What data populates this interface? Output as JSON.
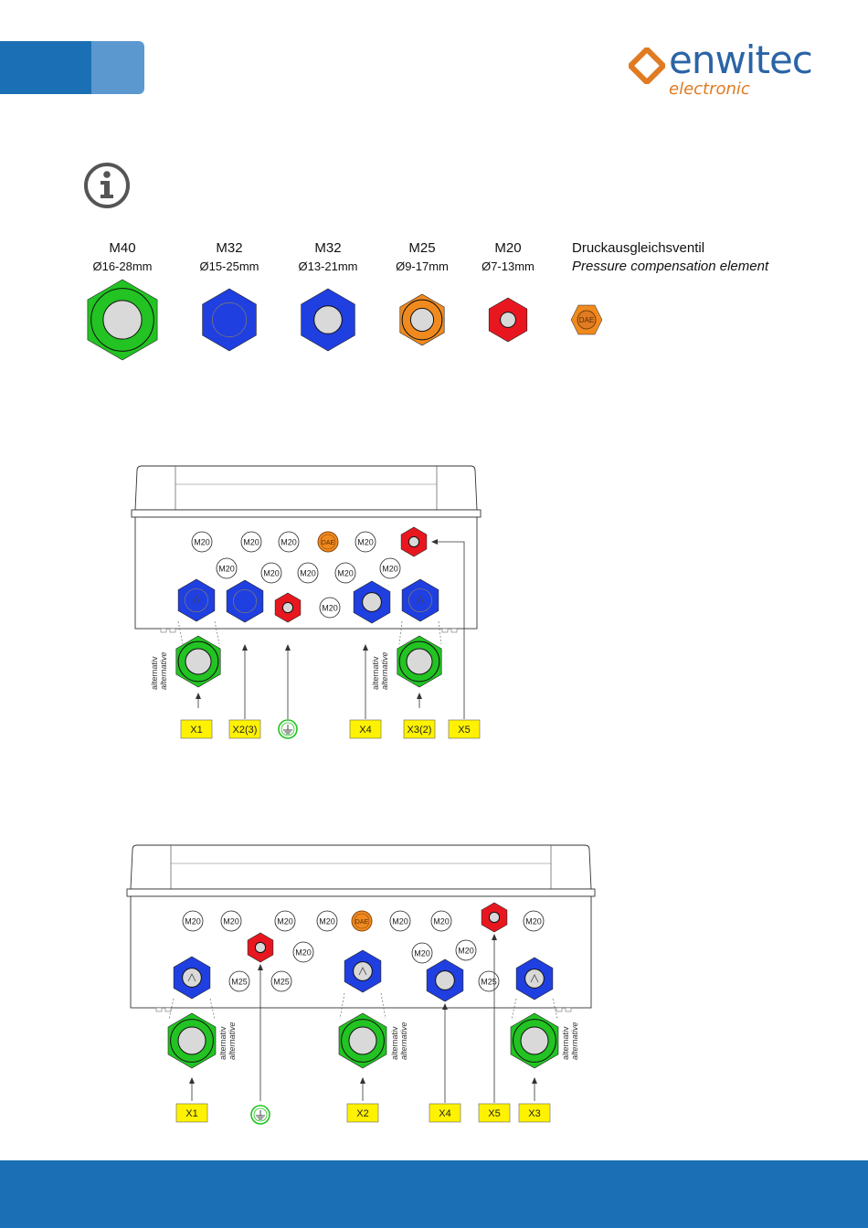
{
  "brand": {
    "name": "enwitec",
    "sub": "electronic",
    "colors": {
      "primary": "#1b6fb5",
      "accent": "#e07b22"
    }
  },
  "legend": [
    {
      "size": "M40",
      "range": "Ø16-28mm",
      "color": "#22c322"
    },
    {
      "size": "M32",
      "range": "Ø15-25mm",
      "color": "#1f3fe0"
    },
    {
      "size": "M32",
      "range": "Ø13-21mm",
      "color": "#1f3fe0"
    },
    {
      "size": "M25",
      "range": "Ø9-17mm",
      "color": "#f08a1e"
    },
    {
      "size": "M20",
      "range": "Ø7-13mm",
      "color": "#e8171f"
    }
  ],
  "pressure_element": {
    "label_de": "Druckausgleichsventil",
    "label_en": "Pressure compensation element",
    "glyph_text": "DAE"
  },
  "diagrams": {
    "alt_de": "alternativ",
    "alt_en": "alternative",
    "hole_m20": "M20",
    "hole_m25": "M25",
    "dae": "DAE",
    "top": {
      "labels": [
        "X1",
        "X2(3)",
        "X4",
        "X3(2)",
        "X5"
      ]
    },
    "bottom": {
      "labels": [
        "X1",
        "X2",
        "X4",
        "X5",
        "X3"
      ]
    }
  }
}
